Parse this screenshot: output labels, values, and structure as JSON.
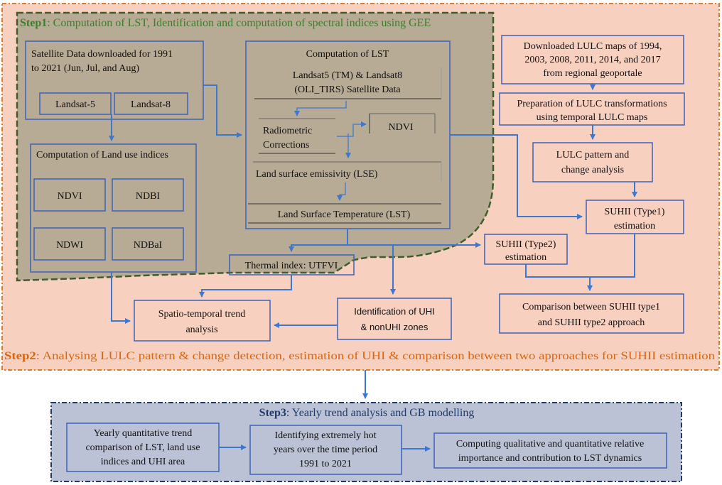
{
  "colors": {
    "step2_bg": "#f8d0bf",
    "step2_border": "#e07b2c",
    "step2_title": "#d9660f",
    "step1_bg": "#b8ab96",
    "step1_border": "#3f5d2a",
    "step1_title": "#3e7d2a",
    "step3_bg": "#bcc2d6",
    "step3_border": "#1f3a68",
    "step3_title": "#1f3a68",
    "box_border": "#3c63b8",
    "arrow": "#3c78d0",
    "text": "#111111"
  },
  "step1": {
    "title_bold": "Step1",
    "title_rest": ": Computation of LST, Identification and computation of spectral indices using GEE",
    "satellite_box": {
      "line1": "Satellite Data downloaded for 1991",
      "line2": "to 2021 (Jun, Jul, and Aug)"
    },
    "landsat5": "Landsat-5",
    "landsat8": "Landsat-8",
    "landuse_box": {
      "title": "Computation of Land use indices",
      "ndvi": "NDVI",
      "ndbi": "NDBI",
      "ndwi": "NDWI",
      "ndbai": "NDBaI"
    },
    "lst_box": {
      "title": "Computation of LST",
      "satdata_line1": "Landsat5 (TM) & Landsat8",
      "satdata_line2": "(OLI_TIRS) Satellite Data",
      "radiometric_line1": "Radiometric",
      "radiometric_line2": "Corrections",
      "ndvi": "NDVI",
      "lse": "Land surface emissivity (LSE)",
      "lst": "Land Surface Temperature (LST)"
    },
    "thermal_index": "Thermal index: UTFVI"
  },
  "step2": {
    "title_bold": "Step2",
    "title_rest": ": Analysing LULC pattern & change detection, estimation of UHI & comparison between two approaches for SUHII estimation",
    "lulc_download": {
      "line1": "Downloaded LULC maps of 1994,",
      "line2": "2003, 2008, 2011, 2014, and 2017",
      "line3": "from regional geoportale"
    },
    "lulc_prep": {
      "line1": "Preparation of LULC transformations",
      "line2": "using temporal LULC maps"
    },
    "lulc_pattern": {
      "line1": "LULC pattern and",
      "line2": "change analysis"
    },
    "suhii_type1": {
      "line1": "SUHII (Type1)",
      "line2": "estimation"
    },
    "suhii_type2": {
      "line1": "SUHII (Type2)",
      "line2": "estimation"
    },
    "comparison": {
      "line1": "Comparison between SUHII type1",
      "line2": "and SUHII type2 approach"
    },
    "spatio": {
      "line1": "Spatio-temporal trend",
      "line2": "analysis"
    },
    "uhi_zones": {
      "line1": "Identification of UHI",
      "line2": "& nonUHI zones"
    }
  },
  "step3": {
    "title_bold": "Step3",
    "title_rest": ": Yearly trend analysis and GB modelling",
    "box1": {
      "line1": "Yearly quantitative trend",
      "line2": "comparison of LST, land use",
      "line3": "indices and UHI area"
    },
    "box2": {
      "line1": "Identifying extremely hot",
      "line2": "years over the time period",
      "line3": "1991 to 2021"
    },
    "box3": {
      "line1": "Computing qualitative and quantitative relative",
      "line2": "importance and contribution to LST dynamics"
    }
  }
}
